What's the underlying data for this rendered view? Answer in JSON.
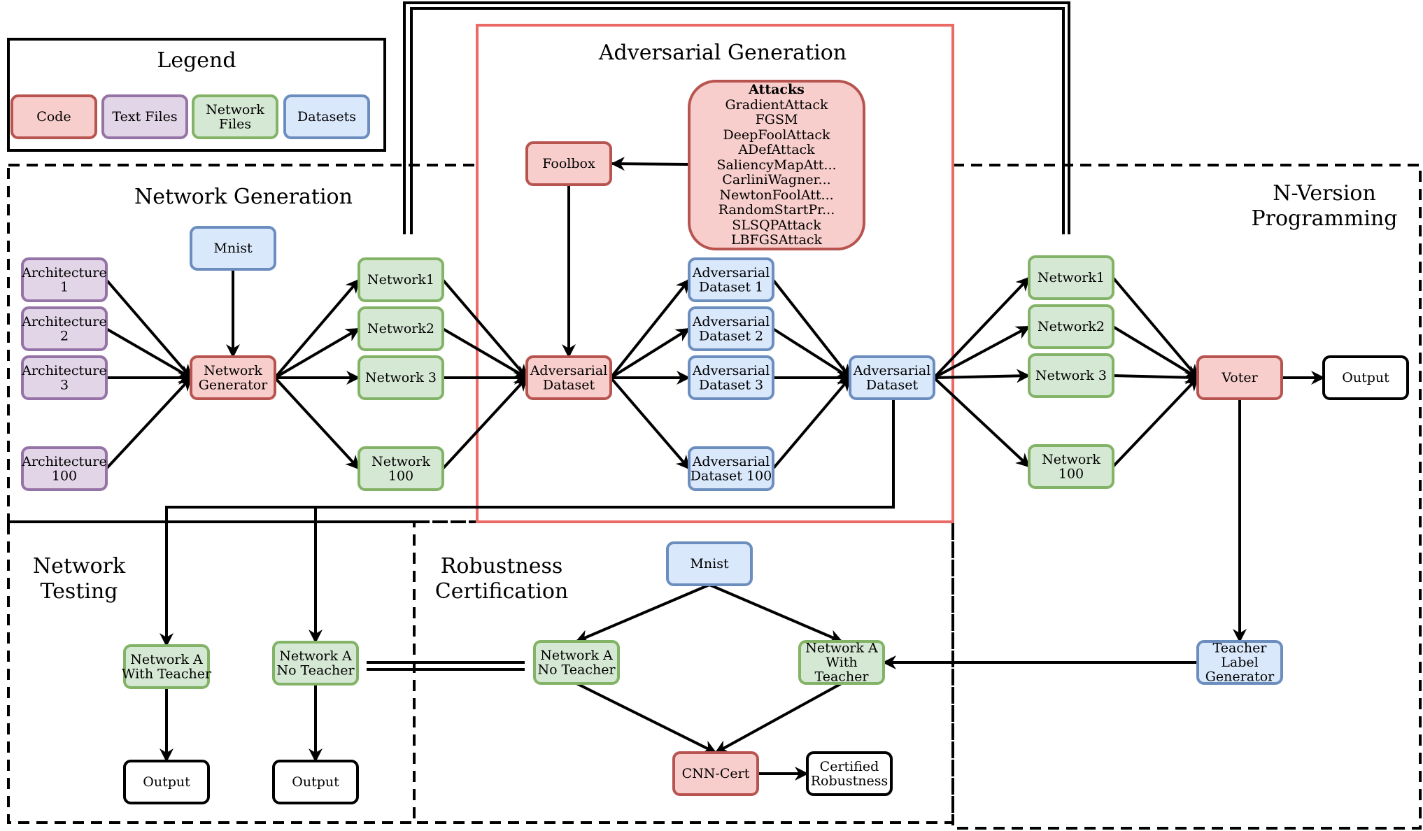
{
  "palette": {
    "code": {
      "fill": "#f8cecc",
      "stroke": "#b85450"
    },
    "text_files": {
      "fill": "#e1d5e7",
      "stroke": "#9673a6"
    },
    "network_files": {
      "fill": "#d5e8d4",
      "stroke": "#82b366"
    },
    "datasets": {
      "fill": "#dae8fc",
      "stroke": "#6c8ebf"
    },
    "plain": {
      "fill": "#ffffff",
      "stroke": "#000000"
    },
    "adversarial_frame": "#ea6b66"
  },
  "legend": {
    "title": "Legend",
    "items": [
      {
        "id": "legend-code",
        "lines": [
          "Code"
        ],
        "kind": "code"
      },
      {
        "id": "legend-text-files",
        "lines": [
          "Text Files"
        ],
        "kind": "text_files"
      },
      {
        "id": "legend-network-files",
        "lines": [
          "Network",
          "Files"
        ],
        "kind": "network_files"
      },
      {
        "id": "legend-datasets",
        "lines": [
          "Datasets"
        ],
        "kind": "datasets"
      }
    ]
  },
  "sections": [
    {
      "id": "network-generation",
      "lines": [
        "Network Generation"
      ]
    },
    {
      "id": "adversarial-generation",
      "lines": [
        "Adversarial Generation"
      ]
    },
    {
      "id": "n-version-programming",
      "lines": [
        "N-Version",
        "Programming"
      ]
    },
    {
      "id": "network-testing",
      "lines": [
        "Network",
        "Testing"
      ]
    },
    {
      "id": "robustness-certification",
      "lines": [
        "Robustness",
        "Certification"
      ]
    }
  ],
  "attacks": {
    "heading": "Attacks",
    "items": [
      "GradientAttack",
      "FGSM",
      "DeepFoolAttack",
      "ADefAttack",
      "SaliencyMapAtt...",
      "CarliniWagner...",
      "NewtonFoolAtt...",
      "RandomStartPr...",
      "SLSQPAttack",
      "LBFGSAttack"
    ]
  },
  "nodes": [
    {
      "id": "arch-1",
      "lines": [
        "Architecture",
        "1"
      ],
      "kind": "text_files"
    },
    {
      "id": "arch-2",
      "lines": [
        "Architecture",
        "2"
      ],
      "kind": "text_files"
    },
    {
      "id": "arch-3",
      "lines": [
        "Architecture",
        "3"
      ],
      "kind": "text_files"
    },
    {
      "id": "arch-100",
      "lines": [
        "Architecture",
        "100"
      ],
      "kind": "text_files"
    },
    {
      "id": "mnist-gen",
      "lines": [
        "Mnist"
      ],
      "kind": "datasets"
    },
    {
      "id": "network-generator",
      "lines": [
        "Network",
        "Generator"
      ],
      "kind": "code"
    },
    {
      "id": "gen-network-1",
      "lines": [
        "Network1"
      ],
      "kind": "network_files"
    },
    {
      "id": "gen-network-2",
      "lines": [
        "Network2"
      ],
      "kind": "network_files"
    },
    {
      "id": "gen-network-3",
      "lines": [
        "Network 3"
      ],
      "kind": "network_files"
    },
    {
      "id": "gen-network-100",
      "lines": [
        "Network",
        "100"
      ],
      "kind": "network_files"
    },
    {
      "id": "foolbox",
      "lines": [
        "Foolbox"
      ],
      "kind": "code"
    },
    {
      "id": "adversarial-dataset-code",
      "lines": [
        "Adversarial",
        "Dataset"
      ],
      "kind": "code"
    },
    {
      "id": "adv-dataset-1",
      "lines": [
        "Adversarial",
        "Dataset 1"
      ],
      "kind": "datasets"
    },
    {
      "id": "adv-dataset-2",
      "lines": [
        "Adversarial",
        "Dataset 2"
      ],
      "kind": "datasets"
    },
    {
      "id": "adv-dataset-3",
      "lines": [
        "Adversarial",
        "Dataset 3"
      ],
      "kind": "datasets"
    },
    {
      "id": "adv-dataset-100",
      "lines": [
        "Adversarial",
        "Dataset 100"
      ],
      "kind": "datasets"
    },
    {
      "id": "adversarial-dataset-merged",
      "lines": [
        "Adversarial",
        "Dataset"
      ],
      "kind": "datasets"
    },
    {
      "id": "nvp-network-1",
      "lines": [
        "Network1"
      ],
      "kind": "network_files"
    },
    {
      "id": "nvp-network-2",
      "lines": [
        "Network2"
      ],
      "kind": "network_files"
    },
    {
      "id": "nvp-network-3",
      "lines": [
        "Network 3"
      ],
      "kind": "network_files"
    },
    {
      "id": "nvp-network-100",
      "lines": [
        "Network",
        "100"
      ],
      "kind": "network_files"
    },
    {
      "id": "voter",
      "lines": [
        "Voter"
      ],
      "kind": "code"
    },
    {
      "id": "nvp-output",
      "lines": [
        "Output"
      ],
      "kind": "plain"
    },
    {
      "id": "teacher-label-generator",
      "lines": [
        "Teacher",
        "Label",
        "Generator"
      ],
      "kind": "datasets"
    },
    {
      "id": "test-network-with-teacher",
      "lines": [
        "Network A",
        "With Teacher"
      ],
      "kind": "network_files"
    },
    {
      "id": "test-network-no-teacher",
      "lines": [
        "Network A",
        "No Teacher"
      ],
      "kind": "network_files"
    },
    {
      "id": "test-output-1",
      "lines": [
        "Output"
      ],
      "kind": "plain"
    },
    {
      "id": "test-output-2",
      "lines": [
        "Output"
      ],
      "kind": "plain"
    },
    {
      "id": "mnist-cert",
      "lines": [
        "Mnist"
      ],
      "kind": "datasets"
    },
    {
      "id": "cert-network-no-teacher",
      "lines": [
        "Network A",
        "No Teacher"
      ],
      "kind": "network_files"
    },
    {
      "id": "cert-network-with-teacher",
      "lines": [
        "Network A",
        "With",
        "Teacher"
      ],
      "kind": "network_files"
    },
    {
      "id": "cnn-cert",
      "lines": [
        "CNN-Cert"
      ],
      "kind": "code"
    },
    {
      "id": "certified-robustness",
      "lines": [
        "Certified",
        "Robustness"
      ],
      "kind": "plain"
    }
  ]
}
